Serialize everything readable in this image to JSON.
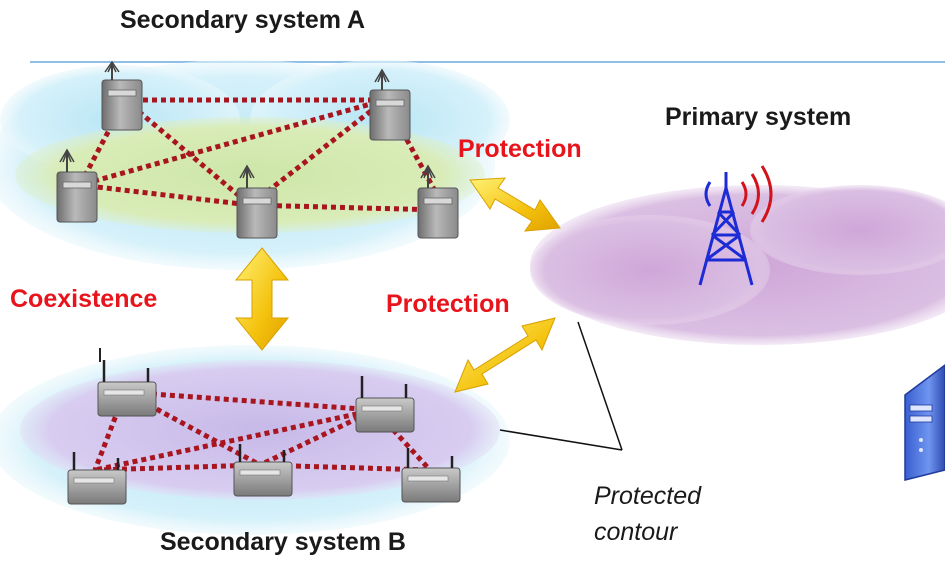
{
  "labels": {
    "system_a": "Secondary system A",
    "primary": "Primary system",
    "protection_a": "Protection",
    "coexistence": "Coexistence",
    "protection_b": "Protection",
    "system_b": "Secondary system B",
    "contour_line1": "Protected",
    "contour_line2": "contour"
  },
  "colors": {
    "emphasis_text": "#e8141b",
    "link_line": "#a8151e",
    "tower": "#1c2bd6",
    "arrow": "#f4c20d",
    "divider": "#6aa9de"
  },
  "icons": [
    "server-icon",
    "router-icon",
    "broadcast-tower-icon",
    "computer-tower-icon",
    "double-arrow-icon"
  ]
}
